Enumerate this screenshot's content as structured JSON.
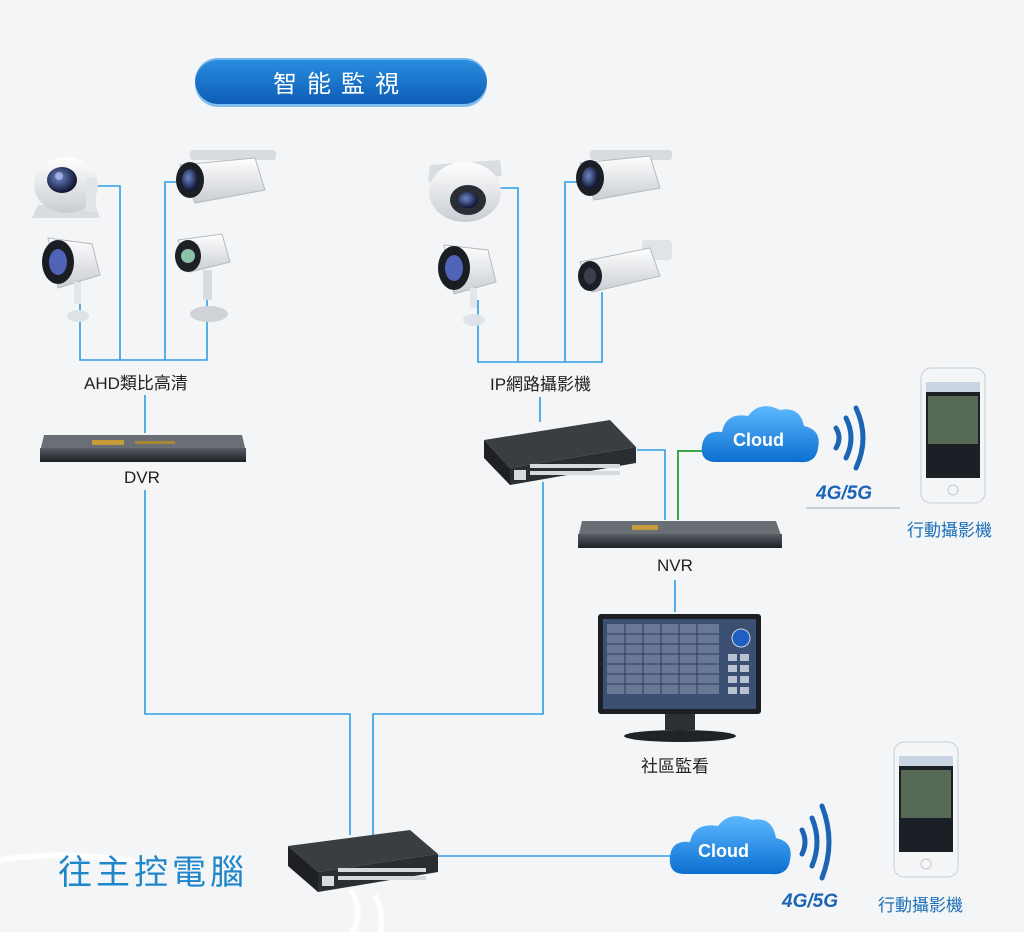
{
  "title": "智能監視",
  "labels": {
    "ahd": "AHD類比高清",
    "ip": "IP網路攝影機",
    "dvr": "DVR",
    "nvr": "NVR",
    "community": "社區監看",
    "main_control": "往主控電腦"
  },
  "cloud_top": {
    "label": "Cloud",
    "network": "4G/5G",
    "device": "行動攝影機"
  },
  "cloud_bottom": {
    "label": "Cloud",
    "network": "4G/5G",
    "device": "行動攝影機"
  },
  "colors": {
    "line": "#2f9fe4",
    "green_line": "#3aa84a",
    "cloud": "#1f8fe0",
    "title_bg": "#1a78d0"
  },
  "icons": [
    "dome-camera-icon",
    "bullet-camera-icon",
    "dvr-recorder-icon",
    "network-switch-icon",
    "nvr-recorder-icon",
    "monitor-icon",
    "cloud-icon",
    "wifi-signal-icon",
    "smartphone-icon"
  ]
}
